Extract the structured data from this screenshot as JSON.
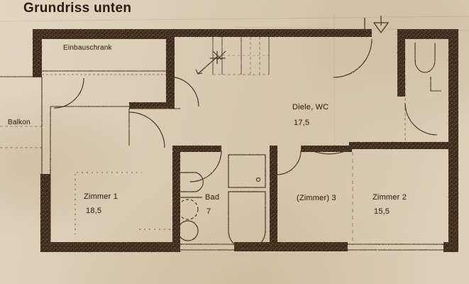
{
  "document": {
    "title": "Grundriss unten",
    "kind": "floor-plan-scan",
    "paper_color": "#d9cbb2",
    "ink_color": "#3a2a18",
    "wall_color": "#3b2c1c"
  },
  "rooms": [
    {
      "id": "einbauschrank",
      "name": "Einbauschrank",
      "area": ""
    },
    {
      "id": "balkon",
      "name": "Balkon",
      "area": ""
    },
    {
      "id": "diele-wc",
      "name": "Diele, WC",
      "area": "17,5"
    },
    {
      "id": "zimmer-1",
      "name": "Zimmer 1",
      "area": "18,5"
    },
    {
      "id": "bad",
      "name": "Bad",
      "area": "7"
    },
    {
      "id": "zimmer-3",
      "name": "(Zimmer) 3",
      "area": ""
    },
    {
      "id": "zimmer-2",
      "name": "Zimmer 2",
      "area": "15,5"
    }
  ],
  "annotations": {
    "entry_arrow": "entrance-direction-arrow",
    "stair_arrow": "stair-direction-arrow"
  },
  "fixtures": [
    {
      "name": "washbasin",
      "room": "bad"
    },
    {
      "name": "sink-circle-upper",
      "room": "bad"
    },
    {
      "name": "sink-circle-lower",
      "room": "bad"
    },
    {
      "name": "toilet",
      "room": "bad"
    },
    {
      "name": "bathtub",
      "room": "bad"
    },
    {
      "name": "wc-toilet",
      "room": "diele-wc"
    },
    {
      "name": "wc-washbasin",
      "room": "diele-wc"
    }
  ]
}
